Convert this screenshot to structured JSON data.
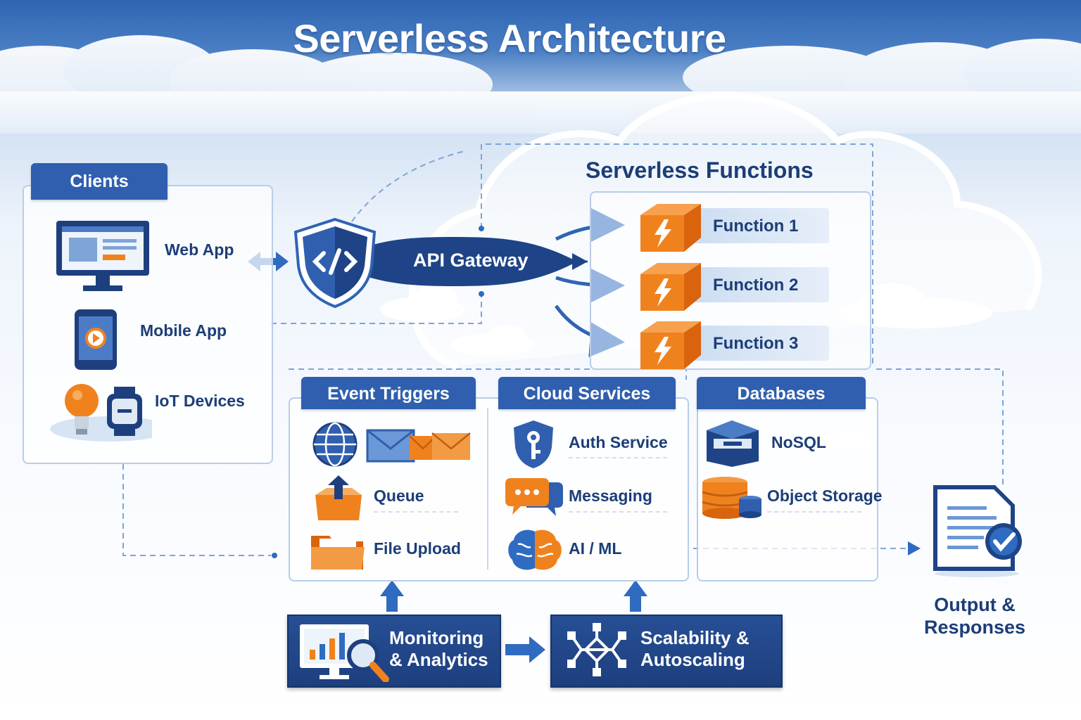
{
  "title": "Serverless Architecture",
  "clients": {
    "header": "Clients",
    "items": [
      {
        "label": "Web App",
        "icon": "monitor-icon"
      },
      {
        "label": "Mobile App",
        "icon": "mobile-phone-icon"
      },
      {
        "label": "IoT Devices",
        "icon": "lightbulb-smartwatch-icon"
      }
    ]
  },
  "gateway": {
    "label": "API Gateway",
    "icon": "code-shield-icon"
  },
  "functions": {
    "header": "Serverless Functions",
    "items": [
      {
        "label": "Function 1",
        "icon": "lambda-box-icon"
      },
      {
        "label": "Function 2",
        "icon": "lambda-box-icon"
      },
      {
        "label": "Function 3",
        "icon": "lambda-box-icon"
      }
    ]
  },
  "event_triggers": {
    "header": "Event Triggers",
    "items": [
      {
        "label": "",
        "icon": "globe-envelopes-icon"
      },
      {
        "label": "Queue",
        "icon": "queue-box-icon"
      },
      {
        "label": "File Upload",
        "icon": "folder-icon"
      }
    ]
  },
  "cloud_services": {
    "header": "Cloud Services",
    "items": [
      {
        "label": "Auth Service",
        "icon": "key-shield-icon"
      },
      {
        "label": "Messaging",
        "icon": "chat-bubble-icon"
      },
      {
        "label": "AI / ML",
        "icon": "brain-icon"
      }
    ]
  },
  "databases": {
    "header": "Databases",
    "items": [
      {
        "label": "NoSQL",
        "icon": "nosql-database-icon"
      },
      {
        "label": "Object Storage",
        "icon": "storage-stack-icon"
      }
    ]
  },
  "monitoring": {
    "line1": "Monitoring",
    "line2": "& Analytics",
    "icon": "analytics-monitor-icon"
  },
  "scalability": {
    "line1": "Scalability &",
    "line2": "Autoscaling",
    "icon": "network-nodes-icon"
  },
  "output": {
    "line1": "Output &",
    "line2": "Responses",
    "icon": "document-check-icon"
  },
  "colors": {
    "primary": "#2f5fae",
    "dark": "#1d3f7e",
    "accent": "#f0821e",
    "text": "#1c3e77"
  }
}
